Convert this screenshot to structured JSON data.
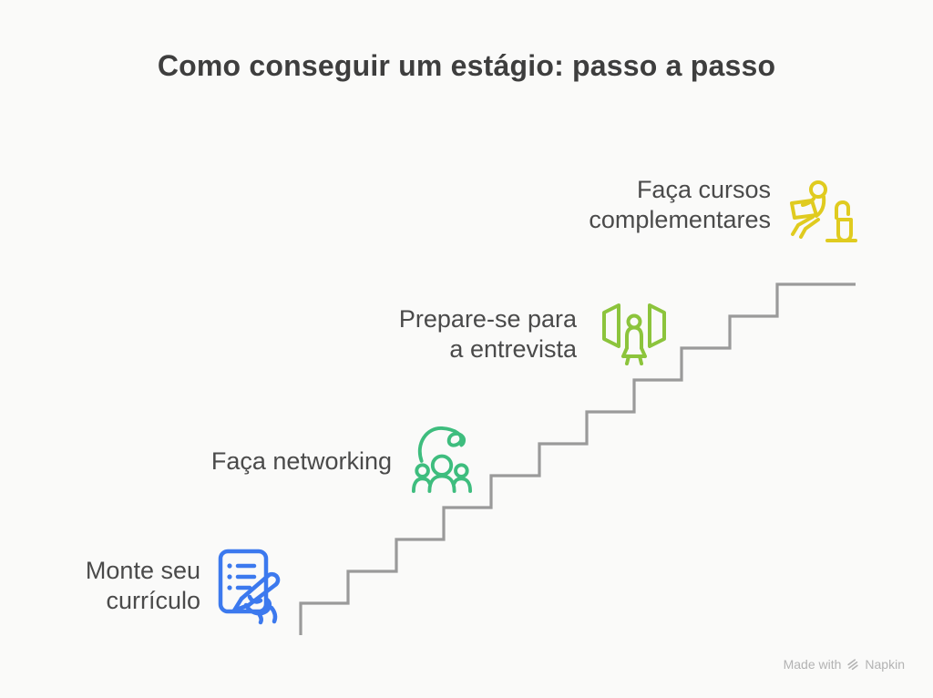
{
  "header": {
    "title": "Como conseguir um estágio: passo a passo",
    "title_color": "#3e3e3e"
  },
  "staircase": {
    "color": "#9a9a9a",
    "step_count": 11,
    "direction": "bottom-left to top-right"
  },
  "labels": {
    "color": "#4a4a4a"
  },
  "steps": [
    {
      "order": 1,
      "label_lines": [
        "Monte seu",
        "currículo"
      ],
      "icon": "resume-writing-icon",
      "color": "#3c79ee"
    },
    {
      "order": 2,
      "label_lines": [
        "Faça networking"
      ],
      "icon": "people-network-icon",
      "color": "#3ebd7e"
    },
    {
      "order": 3,
      "label_lines": [
        "Prepare-se para",
        "a entrevista"
      ],
      "icon": "interview-person-icon",
      "color": "#8cc43c"
    },
    {
      "order": 4,
      "label_lines": [
        "Faça cursos",
        "complementares"
      ],
      "icon": "person-laptop-icon",
      "color": "#e0cb1f"
    }
  ],
  "footer": {
    "made_with": "Made with",
    "brand": "Napkin",
    "color": "#b3b3b3"
  }
}
